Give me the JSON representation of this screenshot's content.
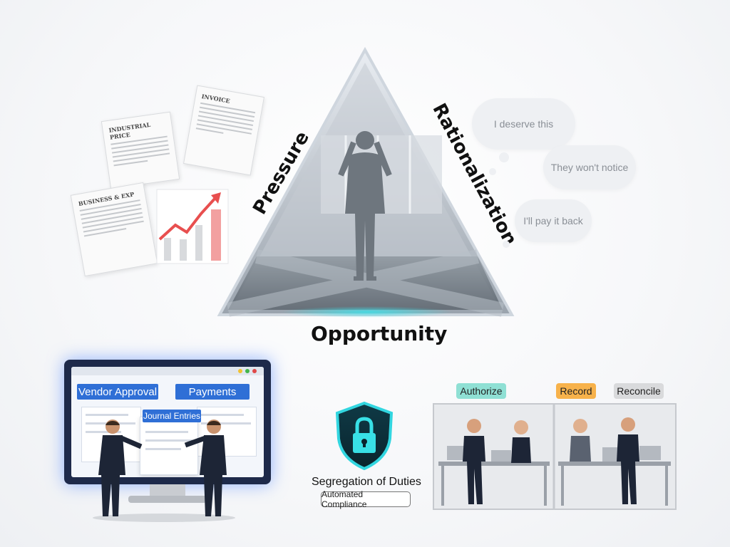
{
  "triangle": {
    "left_label": "Pressure",
    "right_label": "Rationalization",
    "bottom_label": "Opportunity"
  },
  "thoughts": [
    "I deserve this",
    "They won't notice",
    "I'll pay it back"
  ],
  "documents": [
    {
      "title": "INDUSTRIAL PRICE"
    },
    {
      "title": "INVOICE"
    },
    {
      "title": "BUSINESS & EXP"
    }
  ],
  "monitor": {
    "vendor_label": "Vendor Approval",
    "payments_label": "Payments",
    "journal_label": "Journal Entries"
  },
  "segregation": {
    "label": "Segregation of Duties",
    "badge": "Automated Compliance"
  },
  "roles": {
    "authorize": "Authorize",
    "record": "Record",
    "reconcile": "Reconcile"
  },
  "colors": {
    "accent_blue": "#2f6fd6",
    "teal_glow": "#3fe0e8",
    "authorize_tag": "#8fe0d4",
    "record_tag": "#f7b24b",
    "reconcile_tag": "#d9dadc"
  }
}
